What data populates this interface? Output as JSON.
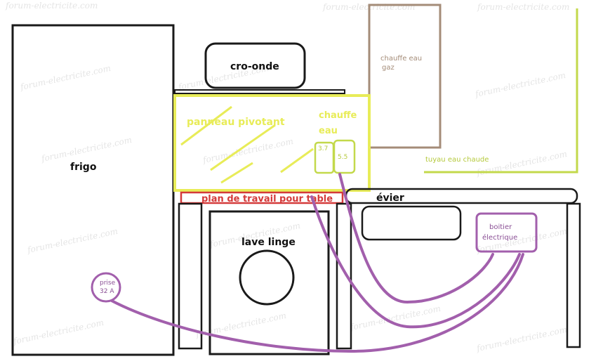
{
  "labels": {
    "frigo": "frigo",
    "cro_onde": "cro-onde",
    "panneau": "panneau pivotant",
    "chauffe_eau_1": "chauffe",
    "chauffe_eau_2": "eau",
    "value_a": "3.7",
    "value_b": "5.5",
    "chauffe_eau_gaz_1": "chauffe eau",
    "chauffe_eau_gaz_2": "gaz",
    "tuyau": "tuyau eau chaude",
    "plan_travail": "plan de travail pour table",
    "evier": "évier",
    "lave_linge": "lave linge",
    "boitier_1": "boitier",
    "boitier_2": "électrique",
    "prise_1": "prise",
    "prise_2": "32 A",
    "watermark": "forum-electricite.com"
  },
  "colors": {
    "outline": "#1a1a1a",
    "yellow": "#e8ec58",
    "green": "#c3d94b",
    "brown": "#a48c78",
    "red": "#d43a3a",
    "purple": "#a25fac",
    "watermark": "#cfcfcf"
  }
}
